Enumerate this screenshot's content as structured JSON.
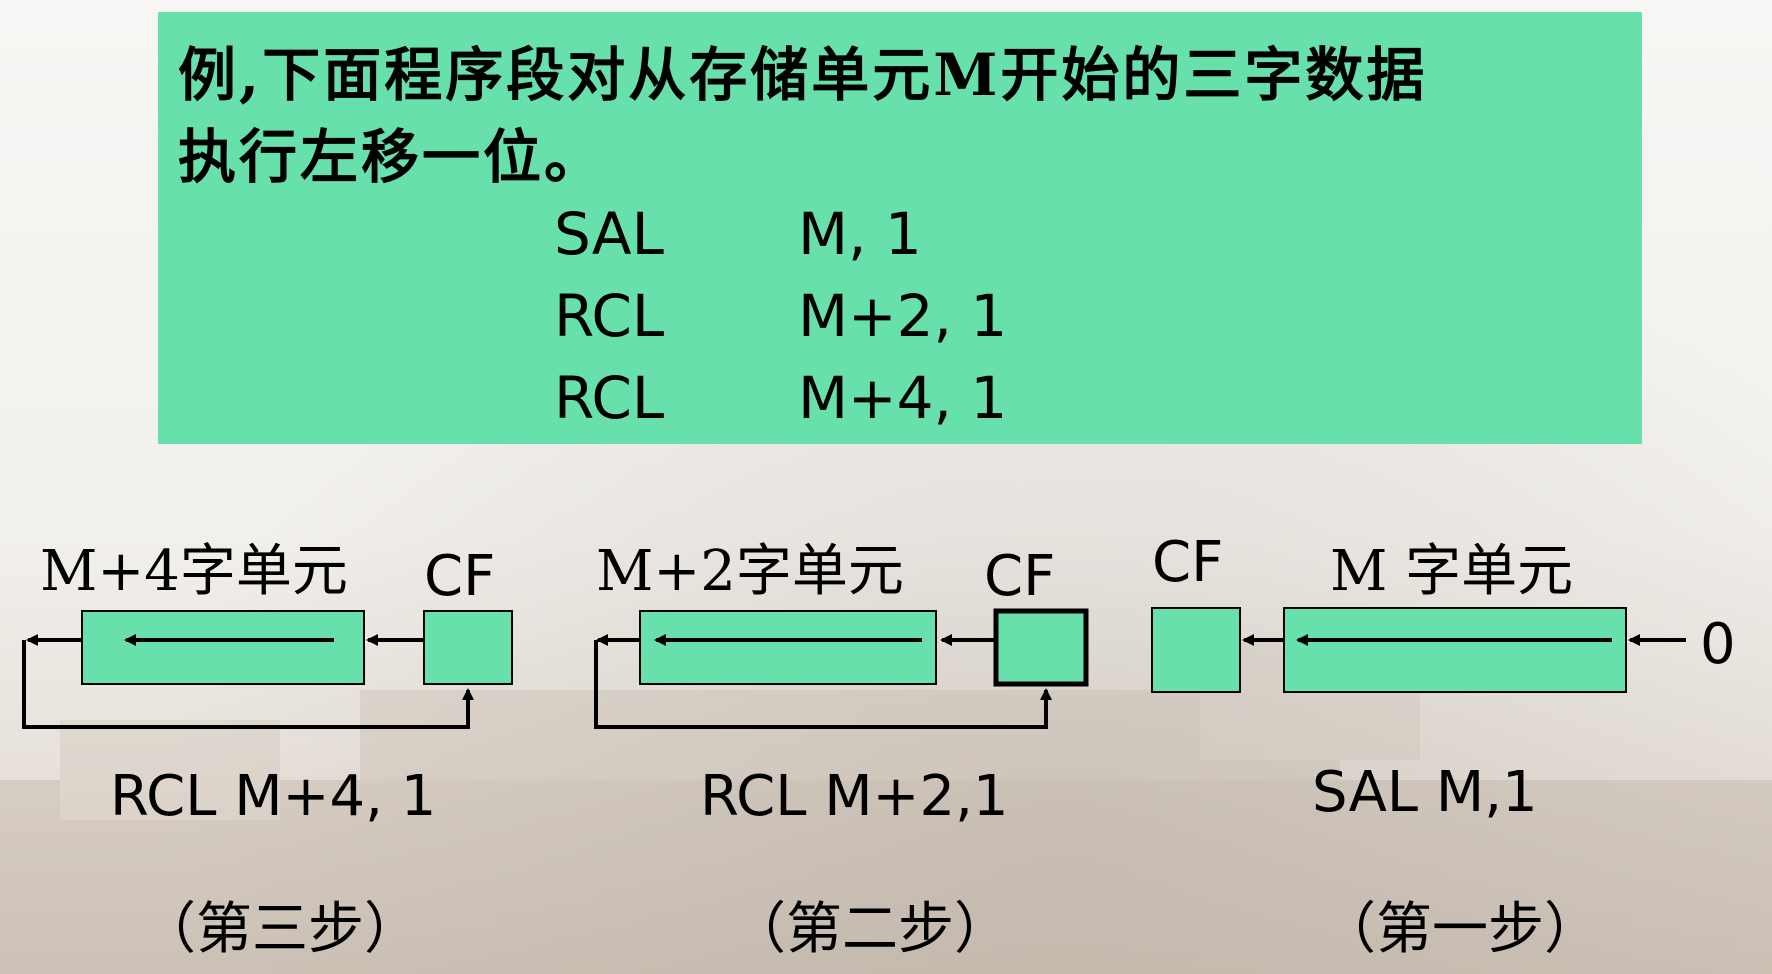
{
  "intro": {
    "line1": "例,下面程序段对从存储单元M开始的三字数据",
    "line2": "执行左移一位。"
  },
  "code": [
    {
      "op": "SAL",
      "arg": "M, 1"
    },
    {
      "op": "RCL",
      "arg": "M+2, 1"
    },
    {
      "op": "RCL",
      "arg": "M+4, 1"
    }
  ],
  "diagrams": {
    "step3": {
      "unit_label": "M+4字单元",
      "cf_label": "CF",
      "instruction": "RCL  M+4, 1",
      "step_label": "（第三步）"
    },
    "step2": {
      "unit_label": "M+2字单元",
      "cf_label": "CF",
      "instruction": "RCL  M+2,1",
      "step_label": "（第二步）"
    },
    "step1": {
      "cf_label": "CF",
      "unit_label": "M 字单元",
      "input_value": "0",
      "instruction": "SAL  M,1",
      "step_label": "（第一步）"
    }
  },
  "colors": {
    "box_fill": "#68e0ab",
    "line": "#000000"
  }
}
